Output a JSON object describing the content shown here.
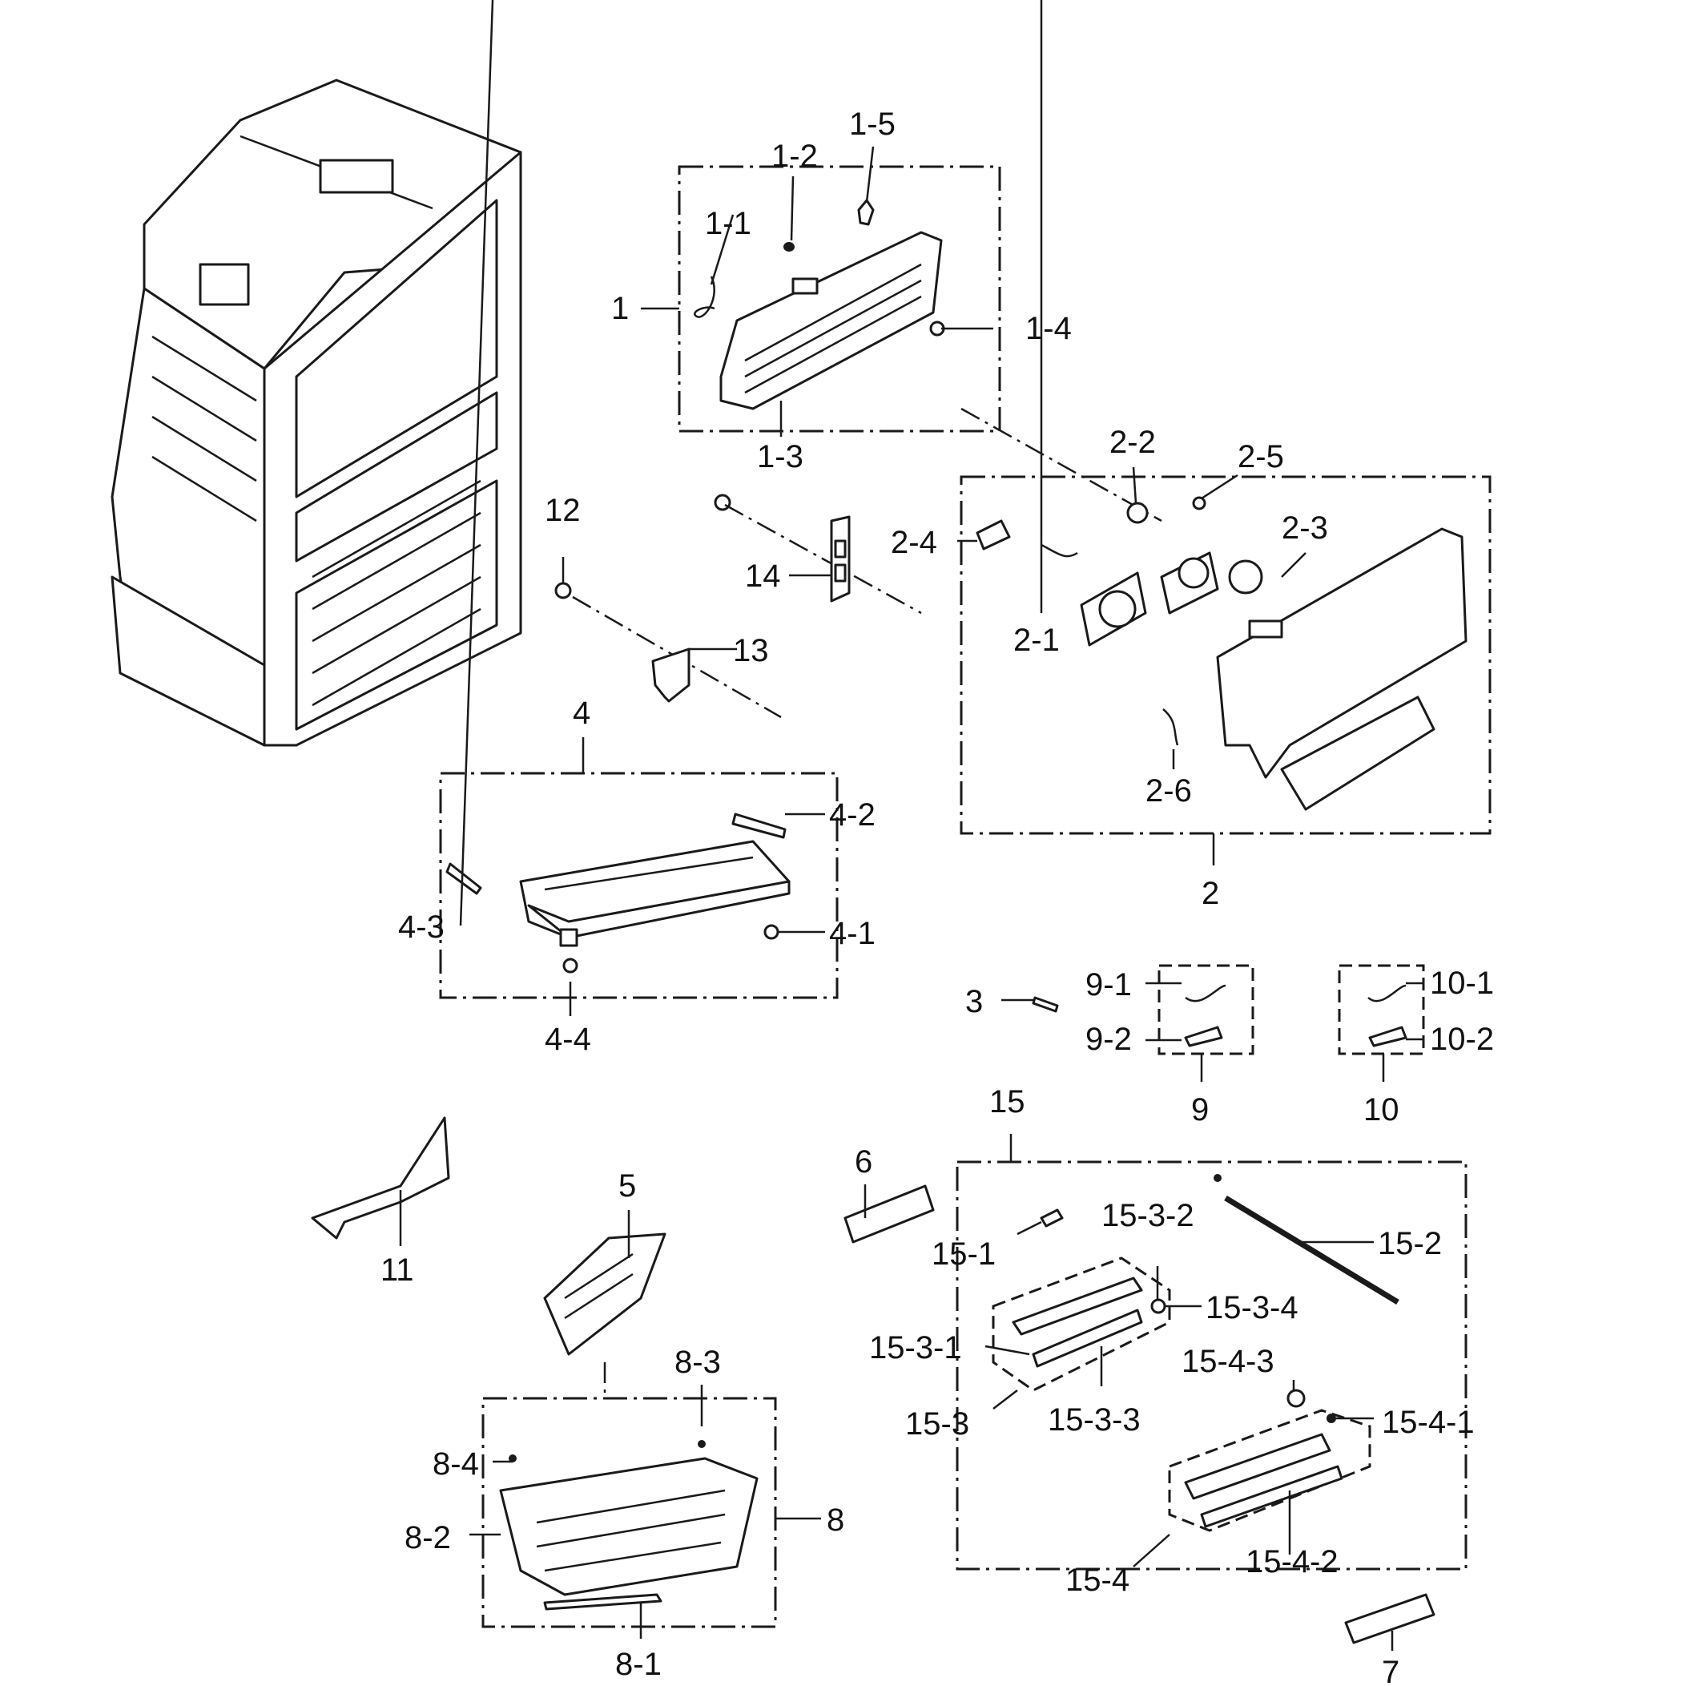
{
  "labels": {
    "l1": "1",
    "l1_1": "1-1",
    "l1_2": "1-2",
    "l1_3": "1-3",
    "l1_4": "1-4",
    "l1_5": "1-5",
    "l2": "2",
    "l2_1": "2-1",
    "l2_2": "2-2",
    "l2_3": "2-3",
    "l2_4": "2-4",
    "l2_5": "2-5",
    "l2_6": "2-6",
    "l3": "3",
    "l4": "4",
    "l4_1": "4-1",
    "l4_2": "4-2",
    "l4_3": "4-3",
    "l4_4": "4-4",
    "l5": "5",
    "l6": "6",
    "l7": "7",
    "l8": "8",
    "l8_1": "8-1",
    "l8_2": "8-2",
    "l8_3": "8-3",
    "l8_4": "8-4",
    "l9": "9",
    "l9_1": "9-1",
    "l9_2": "9-2",
    "l10": "10",
    "l10_1": "10-1",
    "l10_2": "10-2",
    "l11": "11",
    "l12": "12",
    "l13": "13",
    "l14": "14",
    "l15": "15",
    "l15_1": "15-1",
    "l15_2": "15-2",
    "l15_3": "15-3",
    "l15_3_1": "15-3-1",
    "l15_3_2": "15-3-2",
    "l15_3_3": "15-3-3",
    "l15_3_4": "15-3-4",
    "l15_4": "15-4",
    "l15_4_1": "15-4-1",
    "l15_4_2": "15-4-2",
    "l15_4_3": "15-4-3"
  }
}
